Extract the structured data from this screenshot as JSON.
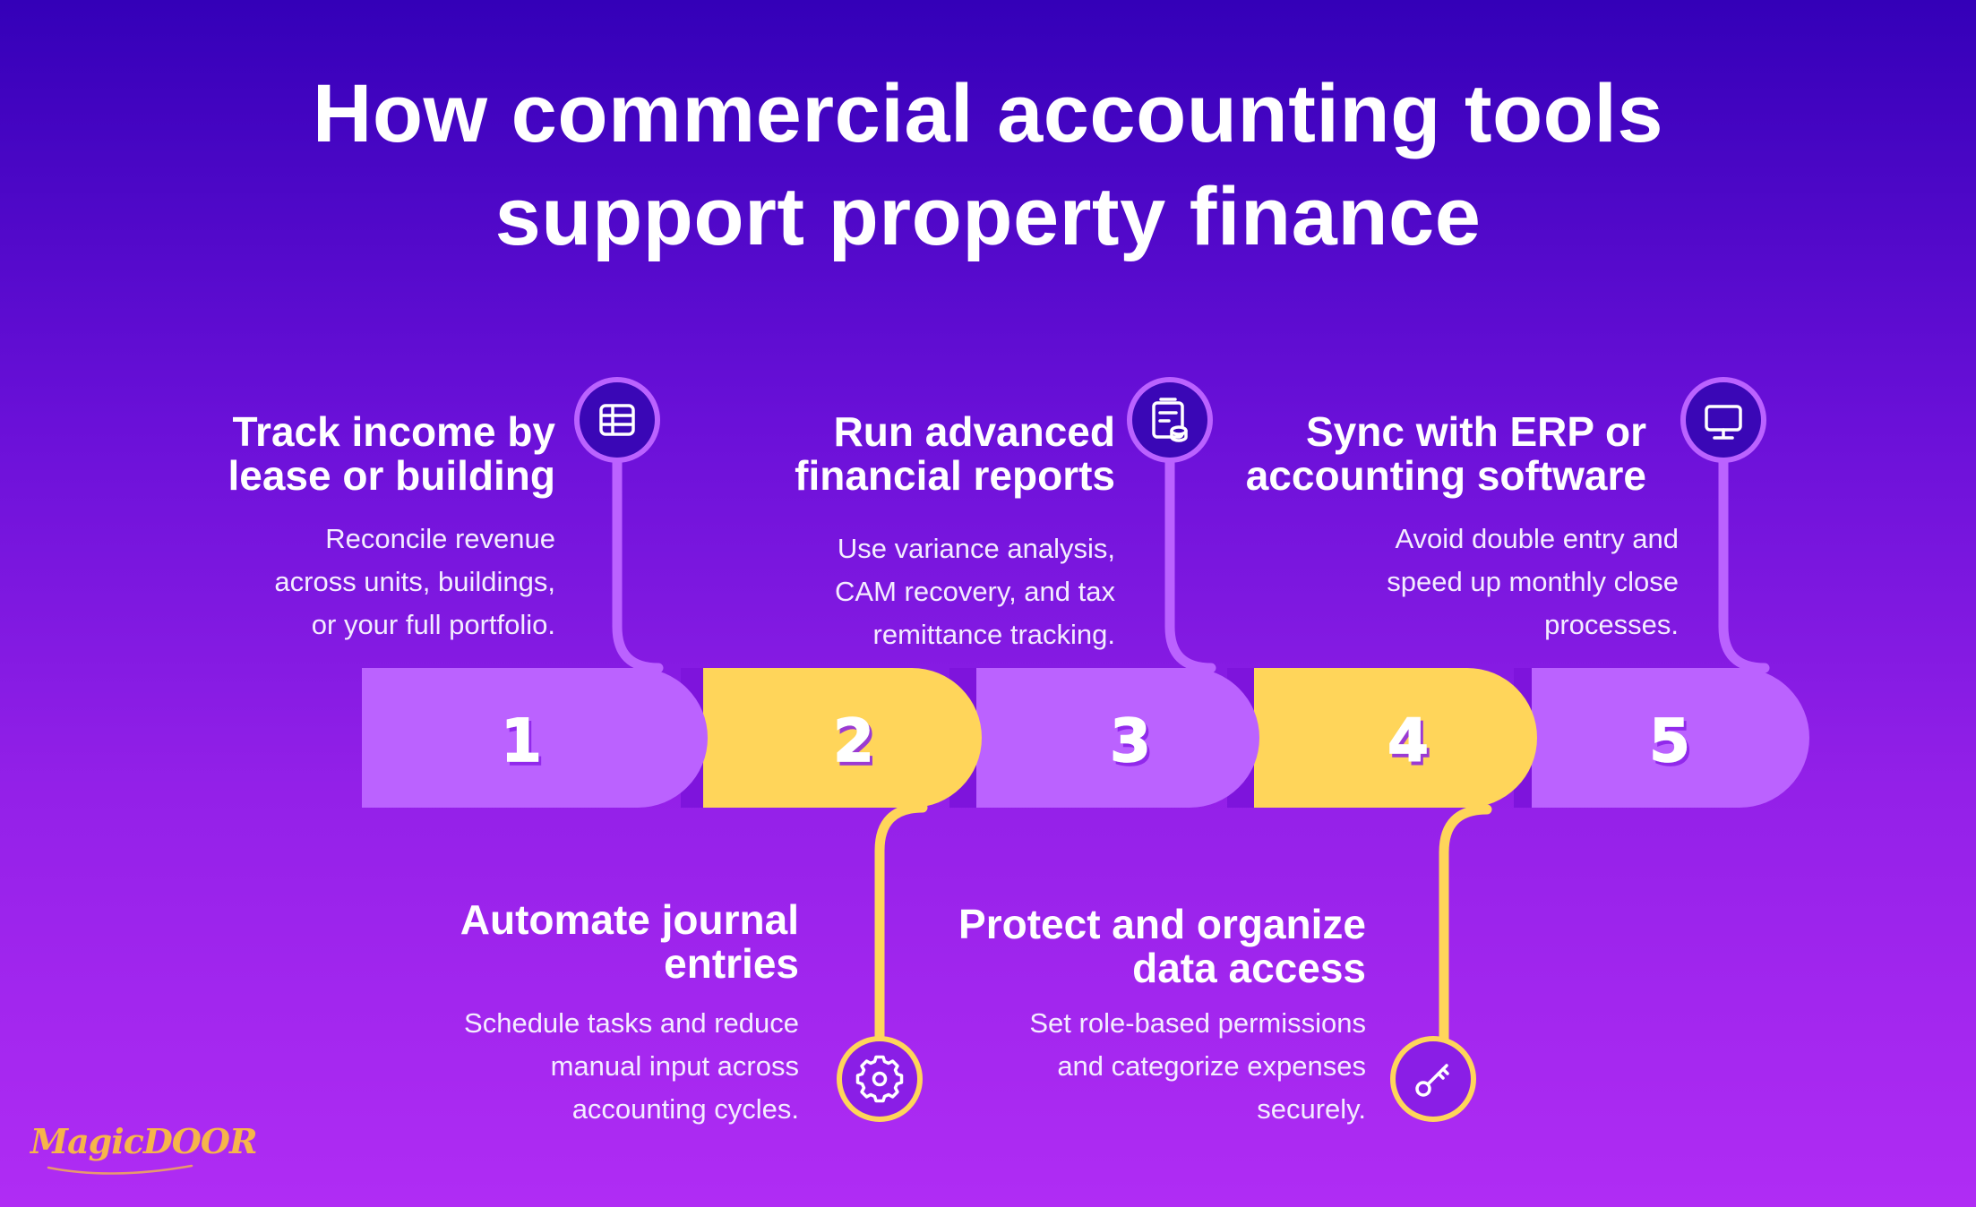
{
  "title_lines": [
    "How commercial accounting tools",
    "support property finance"
  ],
  "colors": {
    "background_top": "#3400b8",
    "background_bottom": "#b02cf4",
    "lavender": "#bb62ff",
    "yellow": "#ffd55a",
    "shadow": "#7e14dc",
    "text": "#ffffff"
  },
  "steps": [
    {
      "number": "1",
      "heading_lines": [
        "Track income by",
        "lease or building"
      ],
      "body_lines": [
        "Reconcile revenue",
        "across units, buildings,",
        "or your full portfolio."
      ],
      "icon": "database-icon",
      "position": "top"
    },
    {
      "number": "2",
      "heading_lines": [
        "Automate journal",
        "entries"
      ],
      "body_lines": [
        "Schedule tasks and reduce",
        "manual input across",
        "accounting cycles."
      ],
      "icon": "gear-icon",
      "position": "bottom"
    },
    {
      "number": "3",
      "heading_lines": [
        "Run advanced",
        "financial reports"
      ],
      "body_lines": [
        "Use variance analysis,",
        "CAM recovery, and tax",
        "remittance tracking."
      ],
      "icon": "report-icon",
      "position": "top"
    },
    {
      "number": "4",
      "heading_lines": [
        "Protect and organize",
        "data access"
      ],
      "body_lines": [
        "Set role-based permissions",
        "and categorize expenses",
        "securely."
      ],
      "icon": "key-icon",
      "position": "bottom"
    },
    {
      "number": "5",
      "heading_lines": [
        "Sync with ERP or",
        "accounting software"
      ],
      "body_lines": [
        "Avoid double entry and",
        "speed up monthly close",
        "processes."
      ],
      "icon": "monitor-icon",
      "position": "top"
    }
  ],
  "logo": {
    "text": "MagicDOOR",
    "icon": "magicdoor-logo"
  }
}
